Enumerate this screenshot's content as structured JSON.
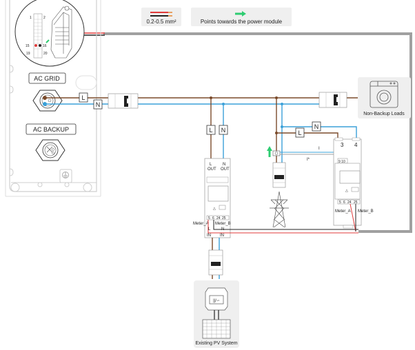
{
  "legend": {
    "wire_spec": "0.2-0.5 mm²",
    "arrow_note": "Points towards the power module",
    "wire_colors": {
      "red": "#e03a3a",
      "black": "#222222",
      "tip": "#e8a060"
    },
    "arrow_color": "#2ecc71"
  },
  "inverter": {
    "terminal_labels": {
      "top_left": "1",
      "top_right": "2",
      "pin_a": "15",
      "pin_b": "16",
      "bottom_left": "19",
      "bottom_right": "20"
    },
    "ac_grid_label": "AC GRID",
    "ac_backup_label": "AC BACKUP"
  },
  "wires": {
    "live_tag": "L",
    "neutral_tag": "N",
    "live_color": "#7a4a2a",
    "neutral_color": "#3aa0d8",
    "comm_color": "#a0a0a0",
    "signal_red": "#e03a3a"
  },
  "loads": {
    "label": "Non-Backup Loads"
  },
  "meter_1": {
    "top_left": "L",
    "top_left_sub": "OUT",
    "top_right": "N",
    "top_right_sub": "OUT",
    "terminals": [
      "5",
      "6",
      "24",
      "25"
    ],
    "meter_a": "Meter_A",
    "meter_b": "Meter_B",
    "bottom_left": "L",
    "bottom_left_sub": "IN",
    "bottom_right": "N",
    "bottom_right_sub": "IN"
  },
  "meter_2": {
    "top_left": "3",
    "top_right": "4",
    "ct_terminals": "9 10",
    "terminals": [
      "5",
      "6",
      "24",
      "25"
    ],
    "meter_a": "Meter_A",
    "meter_b": "Meter_B"
  },
  "ct": {
    "label_i": "I",
    "label_i_star": "I*"
  },
  "pv": {
    "label": "Existing PV System",
    "inverter_symbol": "||/∽"
  }
}
